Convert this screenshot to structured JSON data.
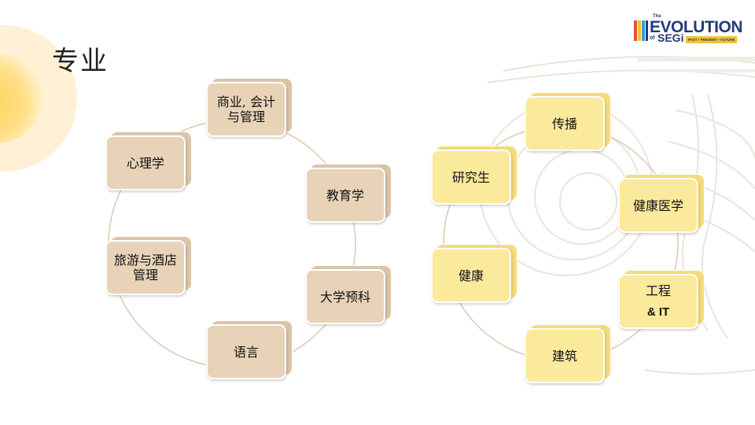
{
  "title": "专业",
  "logo": {
    "line1": "The",
    "main": "EVOLUTION",
    "of": "of",
    "segi": "SEGi",
    "tagline": "PAST • PRESENT • FUTURE"
  },
  "left_cycle": [
    {
      "id": "business",
      "label": "商业, 会计与管理"
    },
    {
      "id": "education",
      "label": "教育学"
    },
    {
      "id": "foundation",
      "label": "大学预科"
    },
    {
      "id": "language",
      "label": "语言"
    },
    {
      "id": "hospitality",
      "label": "旅游与酒店管理"
    },
    {
      "id": "psychology",
      "label": "心理学"
    }
  ],
  "right_cycle": [
    {
      "id": "communication",
      "label": "传播"
    },
    {
      "id": "health-medicine",
      "label": "健康医学"
    },
    {
      "id": "engineering",
      "label": "工程",
      "sub": "& IT"
    },
    {
      "id": "architecture",
      "label": "建筑"
    },
    {
      "id": "health",
      "label": "健康"
    },
    {
      "id": "postgraduate",
      "label": "研究生"
    }
  ],
  "colors": {
    "tan_face": "#e8d3b9",
    "gold_face": "#fbe99c",
    "connector": "#dcc8b0",
    "accent_circle": "#fde3b0"
  }
}
